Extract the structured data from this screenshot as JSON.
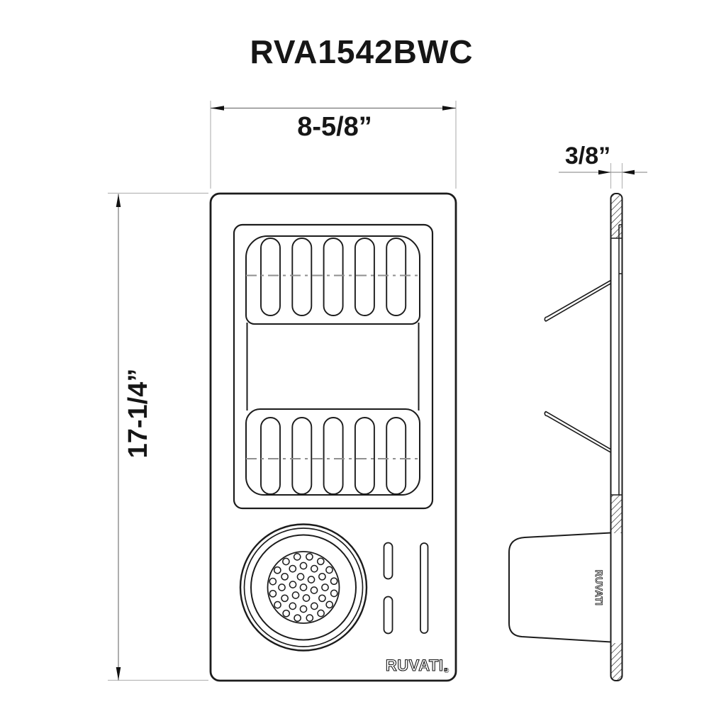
{
  "title": "RVA1542BWC",
  "dimensions": {
    "width": "8-5/8”",
    "height": "17-1/4”",
    "thickness": "3/8”"
  },
  "brand": {
    "logo_front": "RUVATI.",
    "registered_mark": "®",
    "logo_side": "RUVATI"
  },
  "colors": {
    "line": "#1c1c1c",
    "extension_line": "#b8b8b8",
    "dimension_line": "#777777",
    "centerline": "#8f8f8f",
    "background": "#ffffff"
  }
}
